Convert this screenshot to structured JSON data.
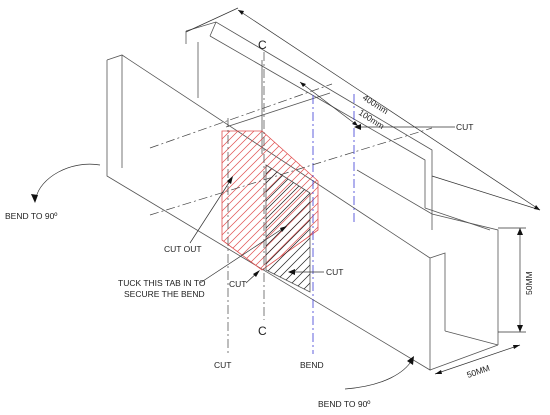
{
  "labels": {
    "center_top": "C",
    "center_bottom": "C",
    "dim_400": "400mm",
    "dim_100": "100mm",
    "cut_right_top": "CUT",
    "bend_left": "BEND TO 90º",
    "cut_out": "CUT OUT",
    "tuck_line1": "TUCK THIS TAB IN TO",
    "tuck_line2": "SECURE THE BEND",
    "cut_left_small": "CUT",
    "cut_inner": "CUT",
    "dim_50_vertical": "50MM",
    "dim_50_bottom": "50MM",
    "cut_bottom": "CUT",
    "bend_bottom": "BEND",
    "bend_bottom_right": "BEND TO 90º"
  },
  "colors": {
    "line": "#555555",
    "cut_zone": "#e05050",
    "tab_hatch": "#222222",
    "bend_line": "#3b3bd6"
  }
}
